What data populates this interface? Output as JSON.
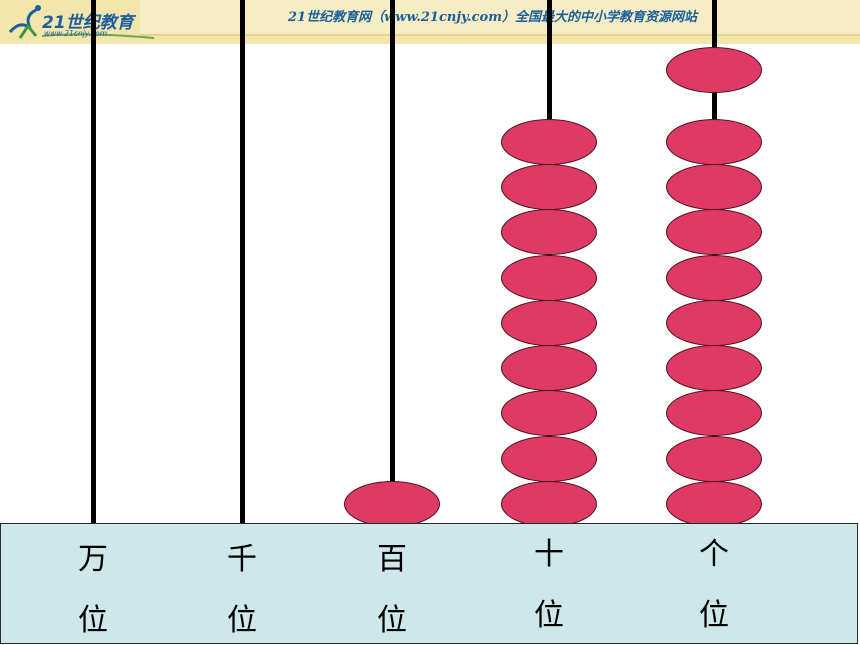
{
  "header": {
    "logo_text": "21世纪教育",
    "logo_url": "www.21cnjy.com",
    "site_text": "21世纪教育网（www.21cnjy.com）全国最大的中小学教育资源网站"
  },
  "colors": {
    "bead": "#de3a64",
    "rod": "#000000",
    "base": "#cde7ea",
    "header": "#f3e6ad"
  },
  "abacus": {
    "columns": [
      {
        "id": "wan",
        "label_top": "万",
        "label_bottom": "位",
        "beads": 0
      },
      {
        "id": "qian",
        "label_top": "千",
        "label_bottom": "位",
        "beads": 0
      },
      {
        "id": "bai",
        "label_top": "百",
        "label_bottom": "位",
        "beads": 1
      },
      {
        "id": "shi",
        "label_top": "十",
        "label_bottom": "位",
        "beads": 9
      },
      {
        "id": "ge",
        "label_top": "个",
        "label_bottom": "位",
        "beads": 10
      }
    ]
  }
}
